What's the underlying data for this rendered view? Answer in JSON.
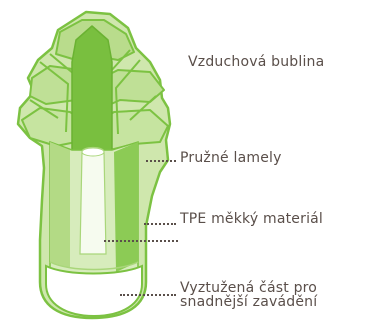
{
  "labels": {
    "air_bubble": "Vzduchová bublina",
    "flexible_lamellae": "Pružné lamely",
    "tpe_material": "TPE měkký materiál",
    "reinforced_line1": "Vyztužená část pro",
    "reinforced_line2": "snadnější zavádění"
  },
  "colors": {
    "outline": "#7cc242",
    "fill_light": "#cfe7ad",
    "fill_mid": "#a9d67a",
    "fill_dark": "#79bf3f",
    "tip_white": "#ffffff",
    "text": "#5a4f4a"
  }
}
